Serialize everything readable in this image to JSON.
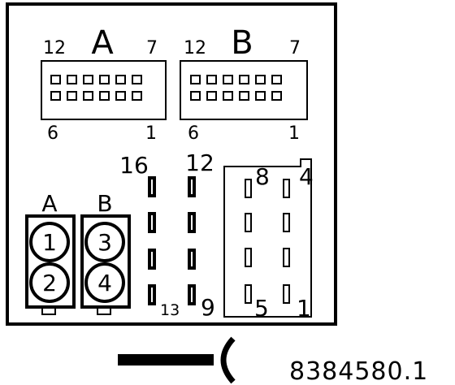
{
  "connector_a": {
    "letter": "A",
    "pin_top_left": "12",
    "pin_top_right": "7",
    "pin_bottom_left": "6",
    "pin_bottom_right": "1"
  },
  "connector_b": {
    "letter": "B",
    "pin_top_left": "12",
    "pin_top_right": "7",
    "pin_bottom_left": "6",
    "pin_bottom_right": "1"
  },
  "mid_block": {
    "col1_top": "16",
    "col1_bottom": "13",
    "col2_top": "12",
    "col2_bottom": "9"
  },
  "right_block": {
    "top_left": "8",
    "top_right": "4",
    "bottom_left": "5",
    "bottom_right": "1"
  },
  "round_plugs": {
    "label_a": "A",
    "label_b": "B",
    "pins": [
      "1",
      "2",
      "3",
      "4"
    ]
  },
  "figure_code": "8384580.1"
}
